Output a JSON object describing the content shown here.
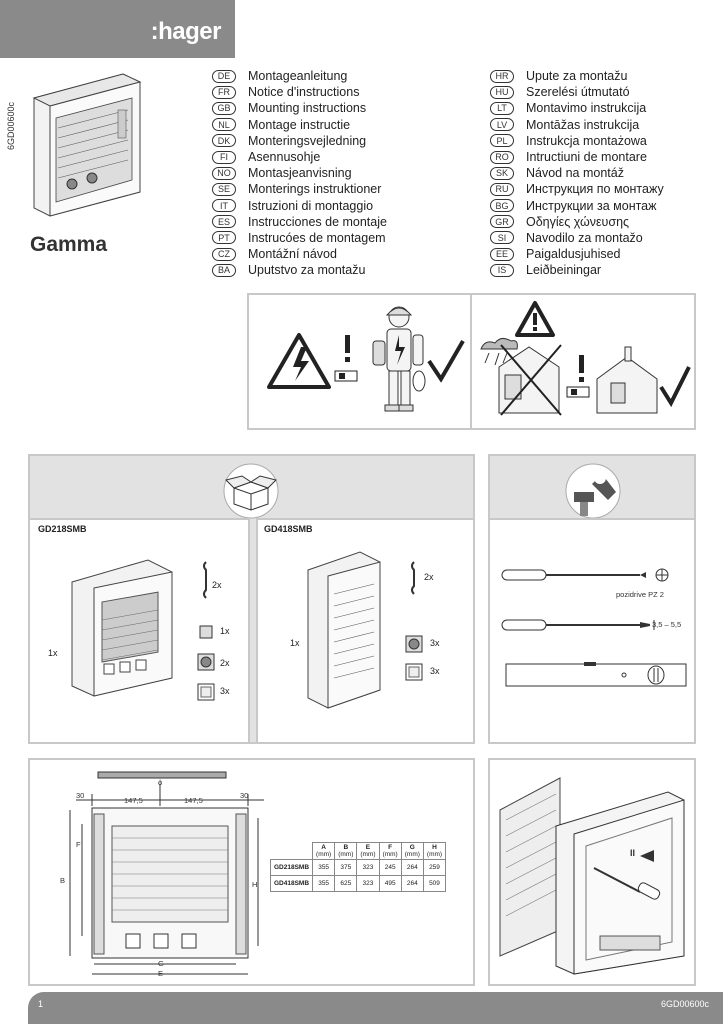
{
  "header": {
    "brand": ":hager",
    "doc_code": "6GD00600c",
    "product_name": "Gamma"
  },
  "languages_left": [
    {
      "code": "DE",
      "text": "Montageanleitung"
    },
    {
      "code": "FR",
      "text": "Notice d'instructions"
    },
    {
      "code": "GB",
      "text": "Mounting instructions"
    },
    {
      "code": "NL",
      "text": "Montage instructie"
    },
    {
      "code": "DK",
      "text": "Monteringsvejledning"
    },
    {
      "code": "FI",
      "text": "Asennusohje"
    },
    {
      "code": "NO",
      "text": "Montasjeanvisning"
    },
    {
      "code": "SE",
      "text": "Monterings instruktioner"
    },
    {
      "code": "IT",
      "text": "Istruzioni di montaggio"
    },
    {
      "code": "ES",
      "text": "Instrucciones de montaje"
    },
    {
      "code": "PT",
      "text": "Instrucóes de montagem"
    },
    {
      "code": "CZ",
      "text": "Montážní návod"
    },
    {
      "code": "BA",
      "text": "Uputstvo za montažu"
    }
  ],
  "languages_right": [
    {
      "code": "HR",
      "text": "Upute za montažu"
    },
    {
      "code": "HU",
      "text": "Szerelési útmutató"
    },
    {
      "code": "LT",
      "text": "Montavimo instrukcija"
    },
    {
      "code": "LV",
      "text": "Montāžas instrukcija"
    },
    {
      "code": "PL",
      "text": "Instrukcja montażowa"
    },
    {
      "code": "RO",
      "text": "Intructiuni de montare"
    },
    {
      "code": "SK",
      "text": "Návod na montáž"
    },
    {
      "code": "RU",
      "text": "Инструкция по монтажу"
    },
    {
      "code": "BG",
      "text": "Инструкции за монтаж"
    },
    {
      "code": "GR",
      "text": "Οδηγίες χώνευσης"
    },
    {
      "code": "SI",
      "text": "Navodilo za montažo"
    },
    {
      "code": "EE",
      "text": "Paigaldusjuhised"
    },
    {
      "code": "IS",
      "text": "Leiðbeiningar"
    }
  ],
  "contents": {
    "model_a": "GD218SMB",
    "model_b": "GD418SMB",
    "a_enclosure_qty": "1x",
    "a_rail_qty": "2x",
    "a_part1_qty": "1x",
    "a_part2_qty": "2x",
    "a_part3_qty": "3x",
    "b_enclosure_qty": "1x",
    "b_rail_qty": "2x",
    "b_part1_qty": "3x",
    "b_part2_qty": "3x"
  },
  "tools": {
    "screwdriver_label": "pozidrive PZ 2",
    "flat_label": "3,5 – 5,5"
  },
  "dimensions": {
    "top_margin_left": "30",
    "top_margin_right": "30",
    "half_span_left": "147,5",
    "half_span_right": "147,5",
    "diameter_symbol": "ϕ",
    "label_b": "B",
    "label_f": "F",
    "label_h": "H",
    "label_g": "G",
    "label_e": "E",
    "table_headers": [
      {
        "letter": "A",
        "unit": "(mm)"
      },
      {
        "letter": "B",
        "unit": "(mm)"
      },
      {
        "letter": "E",
        "unit": "(mm)"
      },
      {
        "letter": "F",
        "unit": "(mm)"
      },
      {
        "letter": "G",
        "unit": "(mm)"
      },
      {
        "letter": "H",
        "unit": "(mm)"
      }
    ],
    "table_rows": [
      {
        "model": "GD218SMB",
        "values": [
          "355",
          "375",
          "323",
          "245",
          "264",
          "259"
        ]
      },
      {
        "model": "GD418SMB",
        "values": [
          "355",
          "625",
          "323",
          "495",
          "264",
          "509"
        ]
      }
    ]
  },
  "assembly": {
    "step_mark": "II"
  },
  "footer": {
    "page": "1",
    "doc_code": "6GD00600c"
  }
}
